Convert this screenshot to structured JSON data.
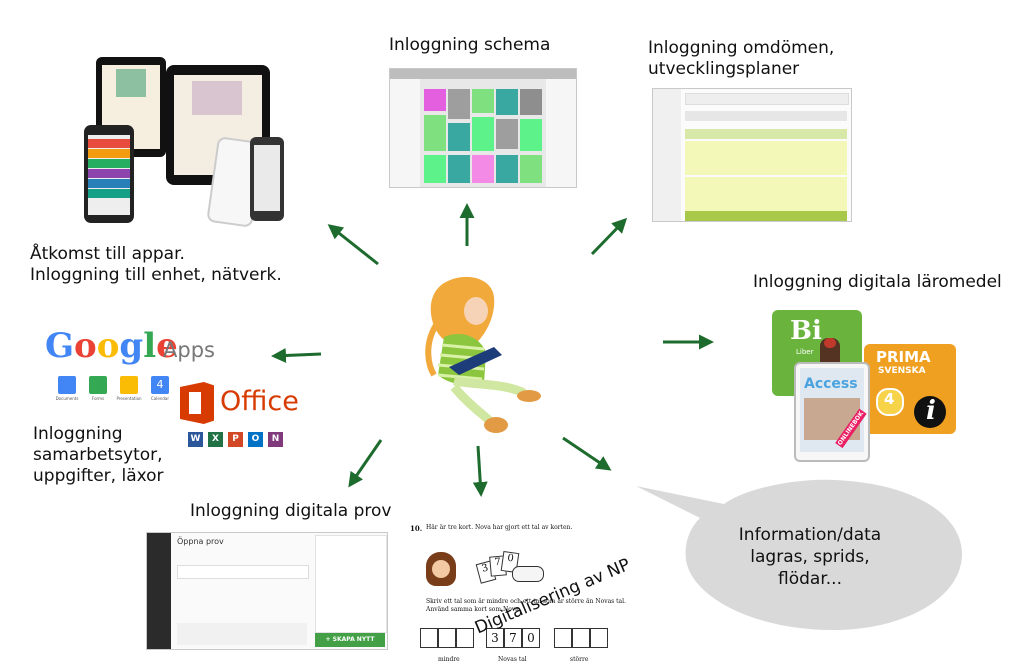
{
  "labels": {
    "schema": "Inloggning schema",
    "omdomen_line1": "Inloggning omdömen,",
    "omdomen_line2": "utvecklingsplaner",
    "appar_line1": "Åtkomst till appar.",
    "appar_line2": "Inloggning till enhet, nätverk.",
    "laromedel": "Inloggning digitala läromedel",
    "samarbete_line1": "Inloggning",
    "samarbete_line2": "samarbetsytor,",
    "samarbete_line3": "uppgifter, läxor",
    "prov": "Inloggning digitala prov",
    "np": "Digitalisering av NP",
    "bubble_line1": "Information/data",
    "bubble_line2": "lagras, sprids,",
    "bubble_line3": "flödar..."
  },
  "google": {
    "brand": "Google",
    "apps": "Apps",
    "icons": [
      "Documents",
      "Forms",
      "Presentation",
      "Calendar"
    ]
  },
  "office": {
    "brand": "Office",
    "apps": [
      "W",
      "X",
      "P",
      "O",
      "N"
    ]
  },
  "books": {
    "bi": "Bi",
    "bi_sub": "Liber",
    "prima_line1": "PRIMA",
    "prima_line2": "SVENSKA",
    "prima_num": "4",
    "access": "Access",
    "access_tag": "ONLINEBOK",
    "info": "i"
  },
  "prov_shot": {
    "title": "Öppna prov",
    "button": "+ SKAPA NYTT"
  },
  "np_shot": {
    "question_num": "10.",
    "question": "Här är tre kort. Nova har gjort ett tal av korten.",
    "card1": "3",
    "card2": "7",
    "card3": "0",
    "instruction1": "Skriv ett tal som är mindre och ett tal som är större än Novas tal.",
    "instruction2": "Använd samma kort som Nova.",
    "box_a": "3",
    "box_b": "7",
    "box_c": "0",
    "cap1": "mindre",
    "cap2": "Novas tal",
    "cap3": "större"
  },
  "colors": {
    "arrow": "#1e6b2e",
    "bubble": "#d9d9d9",
    "bi_green": "#6ab43e",
    "prima_orange": "#f0a020",
    "office_red": "#d83b01",
    "skapa_green": "#43a047"
  }
}
